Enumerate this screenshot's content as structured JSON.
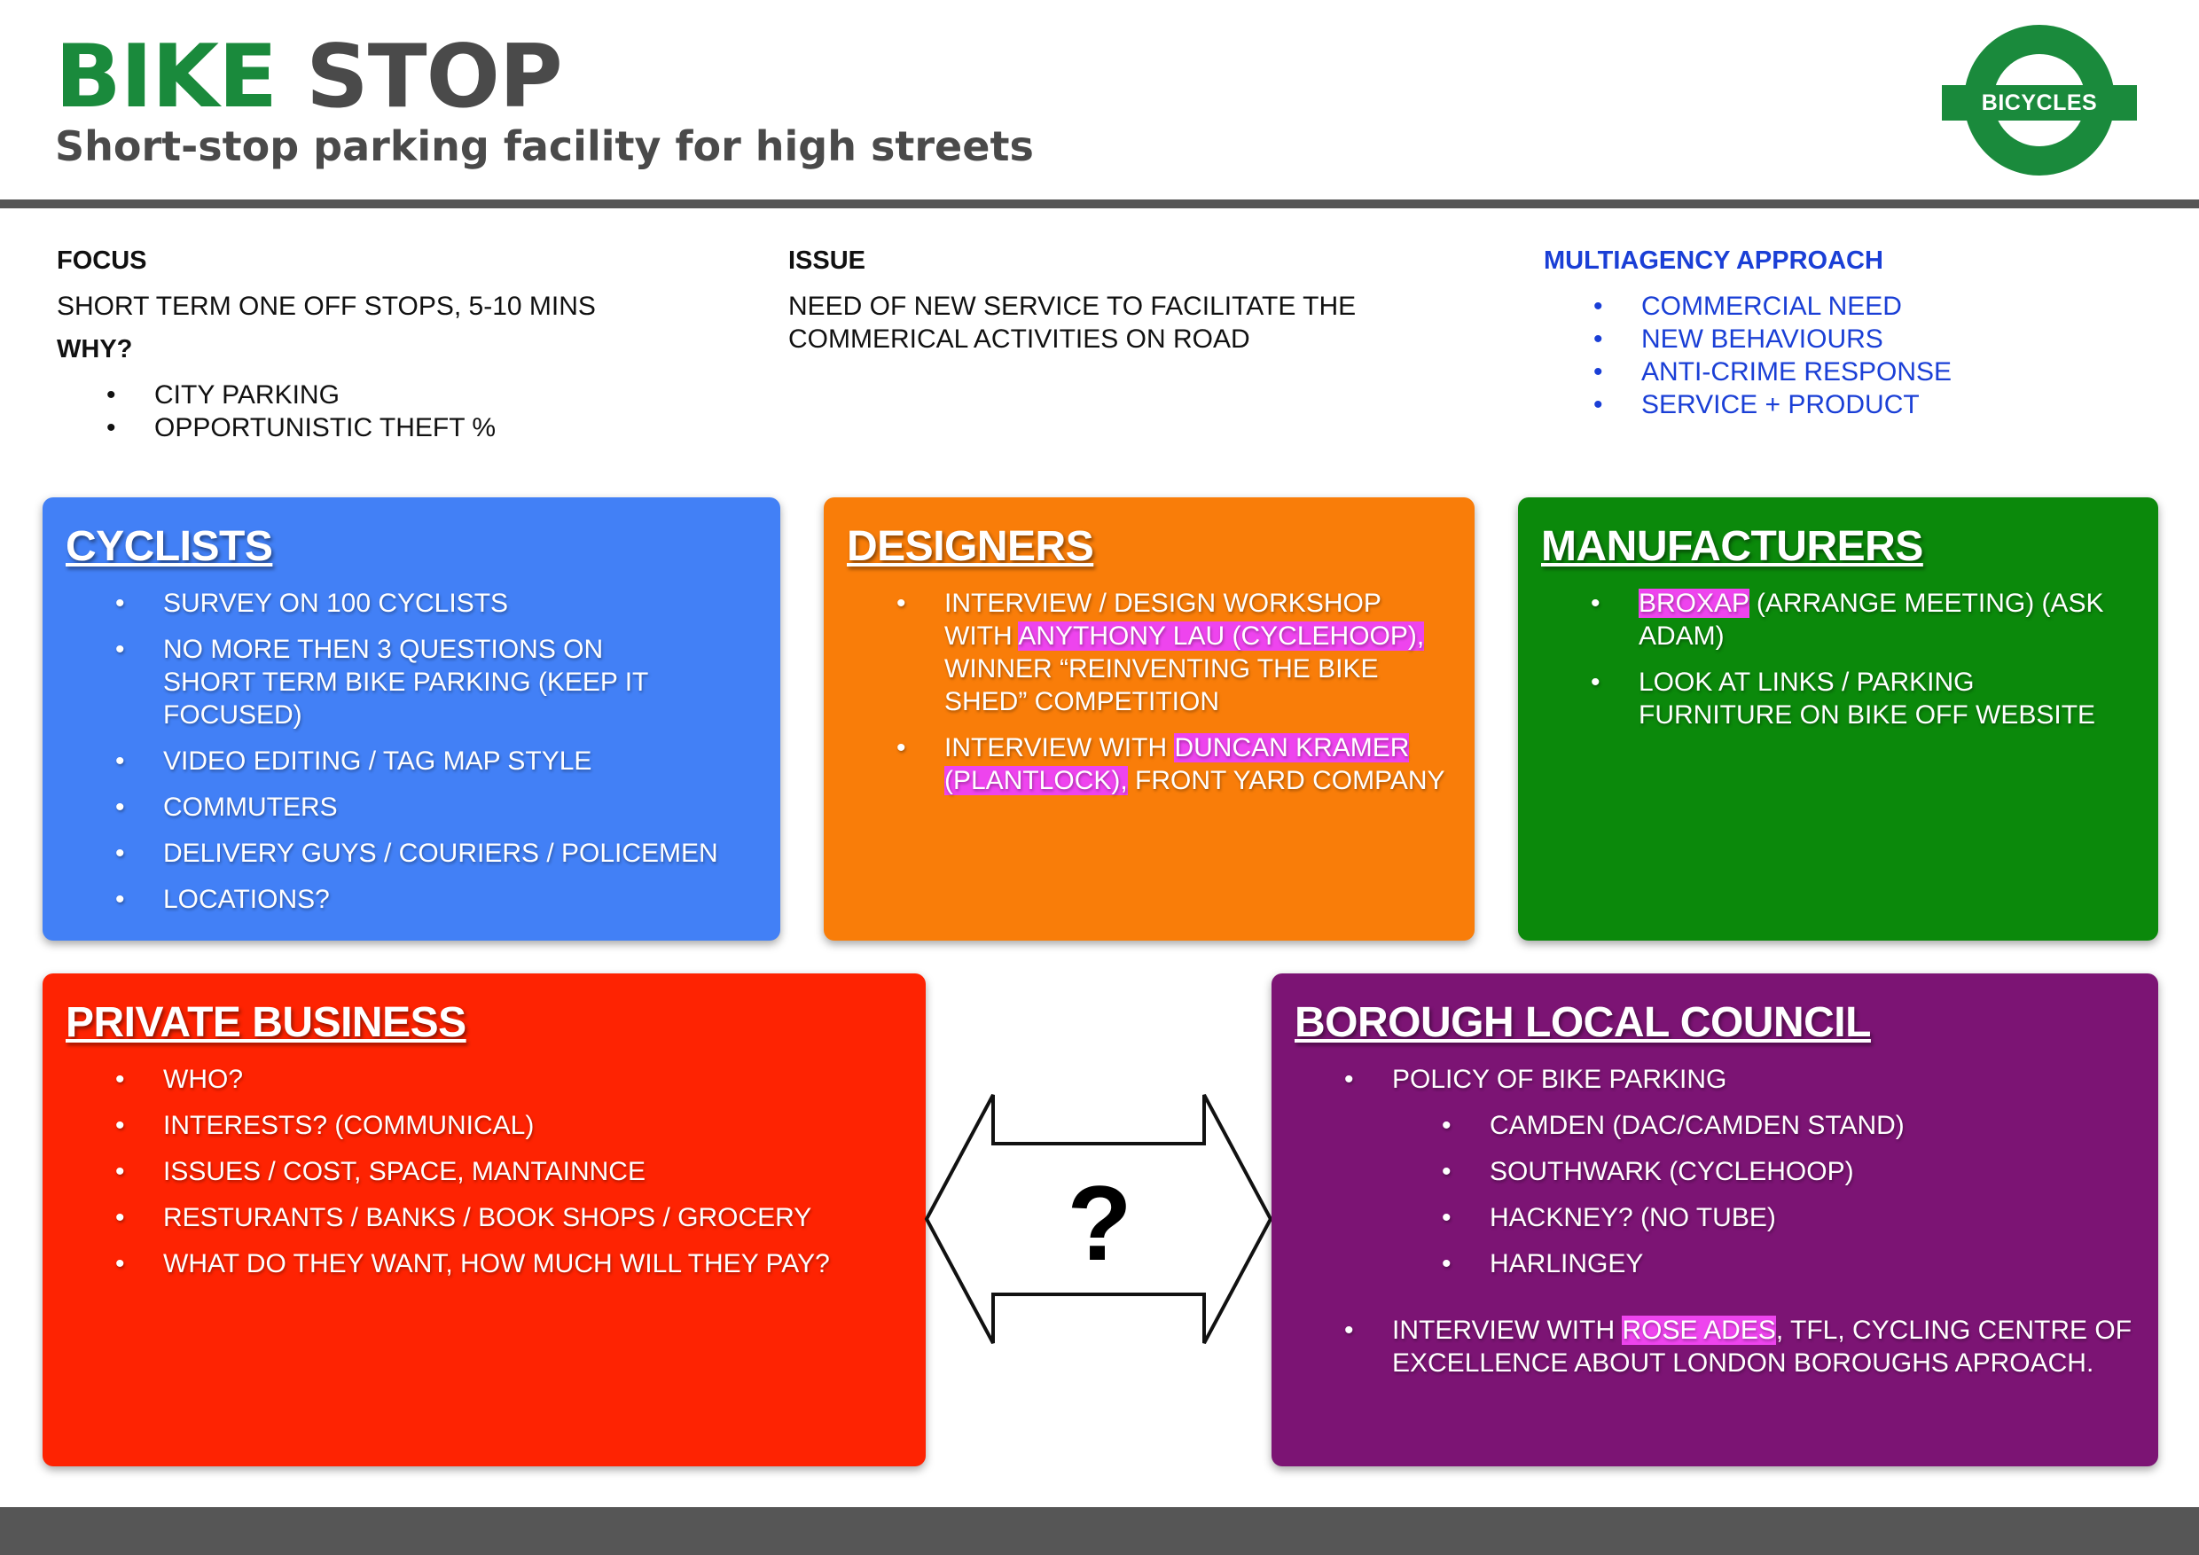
{
  "header": {
    "title_bike": "BIKE",
    "title_stop": "STOP",
    "subtitle": "Short-stop parking facility for high streets"
  },
  "logo": {
    "text": "BICYCLES",
    "color": "#1a8a3c"
  },
  "focus": {
    "heading": "FOCUS",
    "text": "SHORT TERM ONE OFF STOPS, 5-10 MINS",
    "why_heading": "WHY?",
    "why_items": [
      "CITY PARKING",
      "OPPORTUNISTIC THEFT %"
    ]
  },
  "issue": {
    "heading": "ISSUE",
    "line1": "NEED OF NEW SERVICE TO FACILITATE THE",
    "line2": "COMMERICAL ACTIVITIES ON ROAD"
  },
  "multiagency": {
    "heading": "MULTIAGENCY APPROACH",
    "color": "#1a3fd6",
    "items": [
      "COMMERCIAL NEED",
      "NEW BEHAVIOURS",
      "ANTI-CRIME RESPONSE",
      "SERVICE + PRODUCT"
    ]
  },
  "cyclists": {
    "title": "CYCLISTS",
    "color": "#4280f6",
    "items": [
      "SURVEY ON 100 CYCLISTS",
      "NO MORE THEN 3 QUESTIONS ON SHORT TERM BIKE PARKING (KEEP IT FOCUSED)",
      "VIDEO EDITING / TAG MAP STYLE",
      "COMMUTERS",
      "DELIVERY GUYS / COURIERS / POLICEMEN",
      "LOCATIONS?"
    ]
  },
  "designers": {
    "title": "DESIGNERS",
    "color": "#f97d09",
    "item1_before": "INTERVIEW / DESIGN WORKSHOP WITH ",
    "item1_highlight": "ANYTHONY LAU (CYCLEHOOP),",
    "item1_after": " WINNER “REINVENTING THE BIKE SHED” COMPETITION",
    "item2_before": "INTERVIEW WITH ",
    "item2_highlight": "DUNCAN KRAMER (PLANTLOCK),",
    "item2_after": " FRONT YARD COMPANY"
  },
  "manufacturers": {
    "title": "MANUFACTURERS",
    "color": "#0b890b",
    "item1_highlight": "BROXAP",
    "item1_after": " (ARRANGE MEETING) (ASK ADAM)",
    "item2": "LOOK AT LINKS / PARKING FURNITURE ON BIKE OFF WEBSITE"
  },
  "private_business": {
    "title": "PRIVATE BUSINESS",
    "color": "#fe2302",
    "items": [
      "WHO?",
      "INTERESTS? (COMMUNICAL)",
      "ISSUES / COST, SPACE, MANTAINNCE",
      "RESTURANTS / BANKS / BOOK SHOPS / GROCERY",
      "WHAT DO THEY WANT, HOW MUCH WILL THEY PAY?"
    ]
  },
  "council": {
    "title": "BOROUGH LOCAL COUNCIL",
    "color": "#7c1474",
    "policy": "POLICY OF BIKE PARKING",
    "sub_items": [
      "CAMDEN (DAC/CAMDEN STAND)",
      "SOUTHWARK (CYCLEHOOP)",
      "HACKNEY? (NO TUBE)",
      "HARLINGEY"
    ],
    "interview_before": "INTERVIEW WITH ",
    "interview_highlight": "ROSE ADES",
    "interview_after": ", TFL, CYCLING CENTRE OF EXCELLENCE ABOUT LONDON BOROUGHS APROACH."
  },
  "connector": {
    "symbol": "?"
  }
}
